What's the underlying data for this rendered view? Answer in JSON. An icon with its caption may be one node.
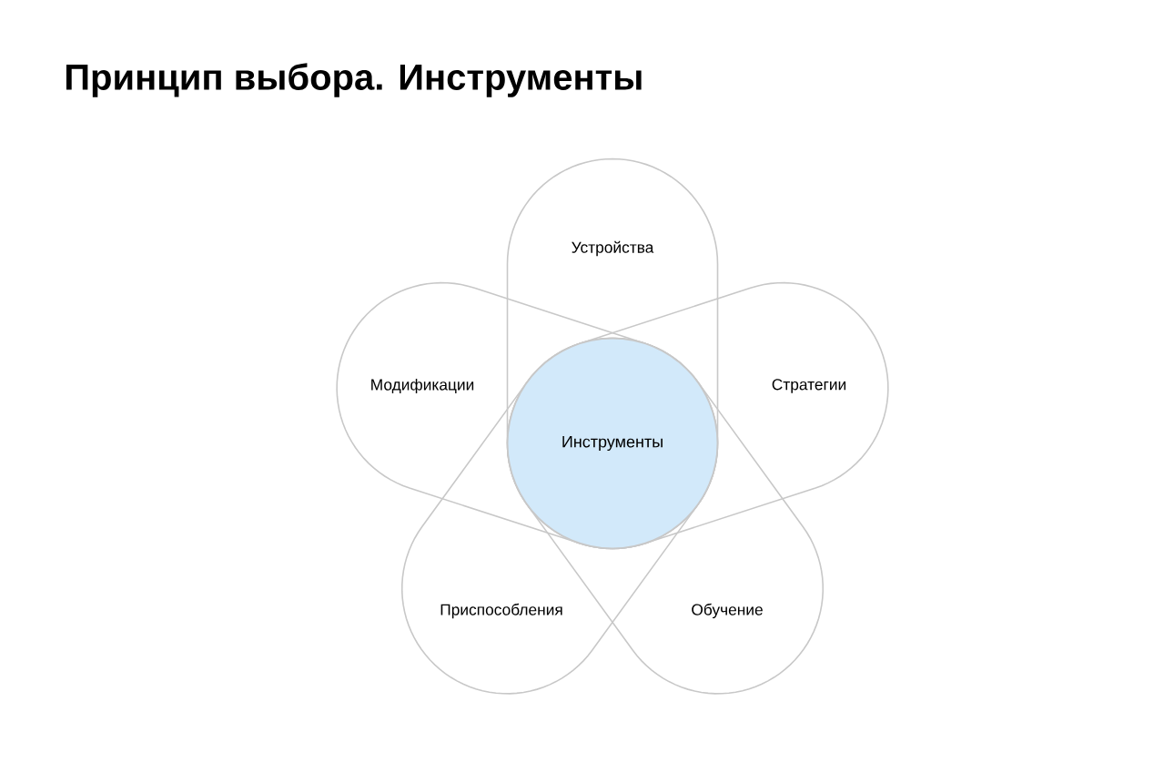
{
  "diagram": {
    "title": "Принцип выбора. Инструменты",
    "nodes": [
      {
        "text": [
          "Устройства"
        ]
      },
      {
        "text": [
          "Модификации"
        ]
      },
      {
        "text": [
          "Стратегии"
        ]
      },
      {
        "text": [
          "Инструменты"
        ]
      },
      {
        "text": [
          "Приспособления"
        ]
      },
      {
        "text": [
          "Обучение"
        ]
      }
    ]
  }
}
